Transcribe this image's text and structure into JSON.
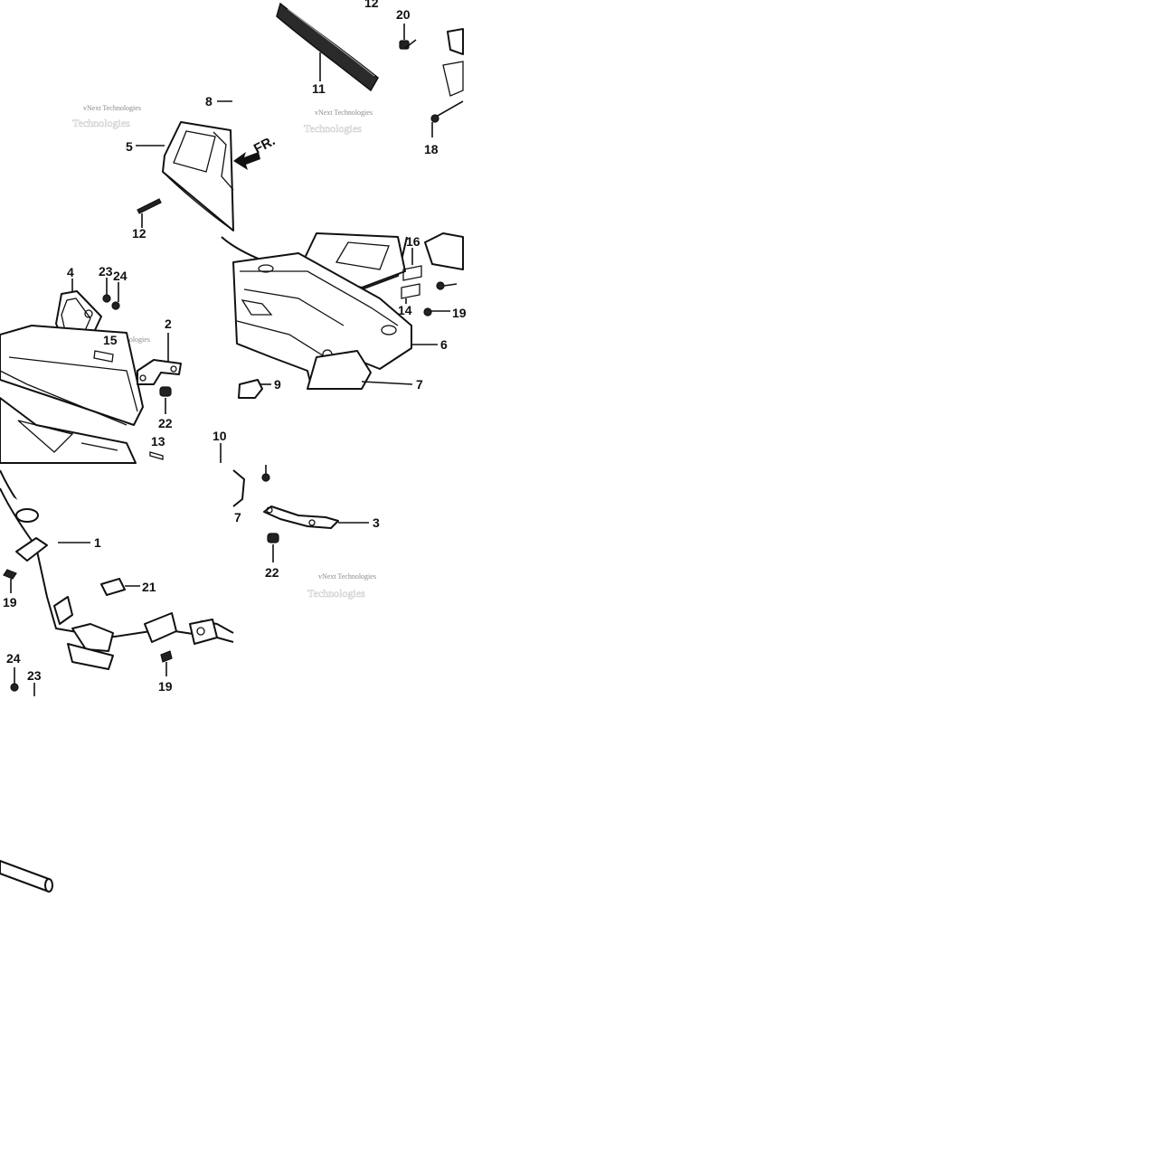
{
  "diagram": {
    "callouts": [
      {
        "id": "c12a",
        "text": "12"
      },
      {
        "id": "c20",
        "text": "20"
      },
      {
        "id": "c11",
        "text": "11"
      },
      {
        "id": "c8",
        "text": "8"
      },
      {
        "id": "c18",
        "text": "18"
      },
      {
        "id": "c5",
        "text": "5"
      },
      {
        "id": "c12b",
        "text": "12"
      },
      {
        "id": "c16",
        "text": "16"
      },
      {
        "id": "c14",
        "text": "14"
      },
      {
        "id": "c19a",
        "text": "19"
      },
      {
        "id": "c4",
        "text": "4"
      },
      {
        "id": "c23a",
        "text": "23"
      },
      {
        "id": "c24a",
        "text": "24"
      },
      {
        "id": "c2",
        "text": "2"
      },
      {
        "id": "c15",
        "text": "15"
      },
      {
        "id": "c6",
        "text": "6"
      },
      {
        "id": "c9",
        "text": "9"
      },
      {
        "id": "c7a",
        "text": "7"
      },
      {
        "id": "c22a",
        "text": "22"
      },
      {
        "id": "c13",
        "text": "13"
      },
      {
        "id": "c10",
        "text": "10"
      },
      {
        "id": "c7b",
        "text": "7"
      },
      {
        "id": "c3",
        "text": "3"
      },
      {
        "id": "c1",
        "text": "1"
      },
      {
        "id": "c22b",
        "text": "22"
      },
      {
        "id": "c21",
        "text": "21"
      },
      {
        "id": "c19b",
        "text": "19"
      },
      {
        "id": "c19c",
        "text": "19"
      },
      {
        "id": "c24b",
        "text": "24"
      },
      {
        "id": "c23b",
        "text": "23"
      }
    ],
    "front_marker": "FR.",
    "watermark": "vNext Technologies"
  }
}
